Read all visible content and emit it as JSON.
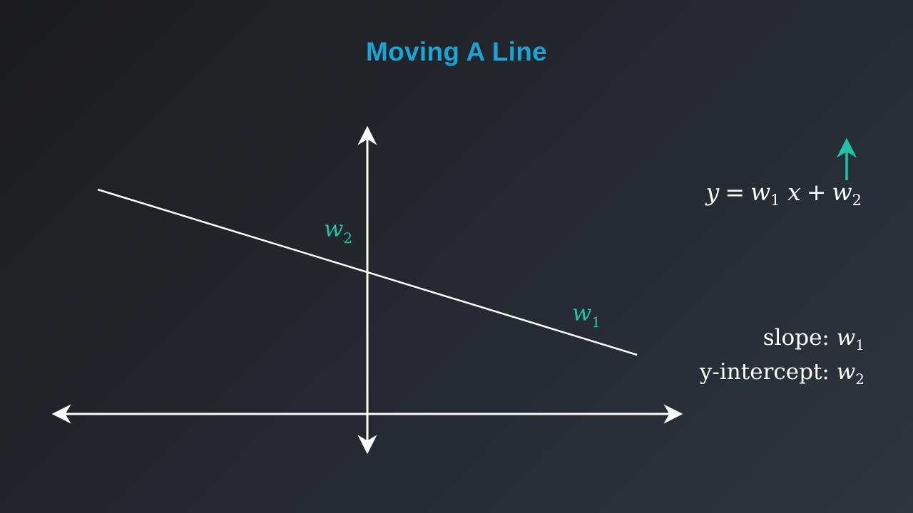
{
  "title": "Moving A Line",
  "equation": {
    "y": "y",
    "eq": "=",
    "w1": "w",
    "w1_sub": "1",
    "x": "x",
    "plus": "+",
    "w2": "w",
    "w2_sub": "2"
  },
  "labels": {
    "intercept_label": "w",
    "intercept_sub": "2",
    "slope_label": "w",
    "slope_sub": "1"
  },
  "info": {
    "slope_text": "slope:",
    "slope_var": "w",
    "slope_sub": "1",
    "intercept_text": "y-intercept:",
    "intercept_var": "w",
    "intercept_sub": "2"
  },
  "colors": {
    "title": "#17a5d6",
    "accent": "#1fc4a6",
    "lines": "#ffffff"
  },
  "icons": {
    "up_arrow": "arrow-up-icon"
  }
}
